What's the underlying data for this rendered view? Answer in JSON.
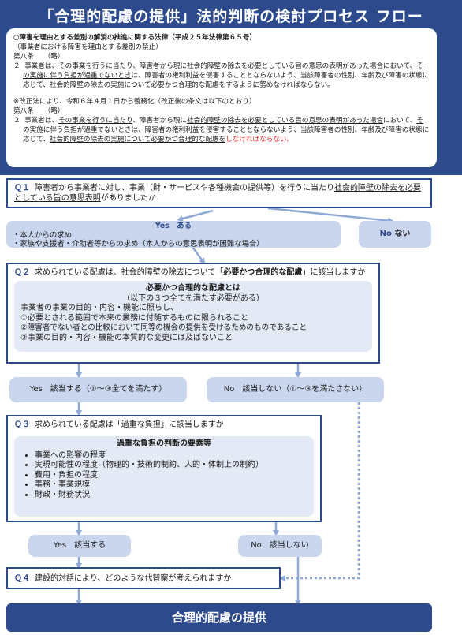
{
  "header": {
    "title": "「合理的配慮の提供」法的判断の検討プロセス フロー",
    "law_heading": "○障害を理由とする差別の解消の推進に関する法律（平成２５年法律第６５号）",
    "law_subheading": "（事業者における障害を理由とする差別の禁止）",
    "article_1": "第八条　　（略）",
    "para_1_num": "２",
    "para_1_a": "事業者は、",
    "para_1_b": "その事業を行うに当たり",
    "para_1_c": "、障害者から現に",
    "para_1_d": "社会的障壁の除去を必要としている旨の意思の表明があった場合",
    "para_1_e": "において、",
    "para_1_f": "その実施に伴う負担が過重でないとき",
    "para_1_g": "は、障害者の権利利益を侵害することとならないよう、当該障害者の性別、年齢及び障害の状態に応じて、",
    "para_1_h": "社会的障壁の除去の実施について必要かつ合理的な配慮をする",
    "para_1_i": "ように努めなければならない。",
    "amend_note": "※改正法により、令和６年４月１日から義務化（改正後の条文は以下のとおり）",
    "article_2": "第八条　　（略）",
    "para_2_num": "２",
    "para_2_h": "社会的障壁の除去の実施について必要かつ合理的な配慮を",
    "para_2_red": "しなければならない。"
  },
  "q1": {
    "num": "Ｑ１",
    "text_a": "障害者から事業者に対し、事業（財・サービスや各種機会の提供等）を行うに当たり",
    "text_b": "社会的障壁の除去を必要としている旨の意思表明",
    "text_c": "がありましたか"
  },
  "q1_yes": {
    "title": "Yes　ある",
    "item_1": "・本人からの求め",
    "item_2": "・家族や支援者・介助者等からの求め（本人からの意思表明が困難な場合）"
  },
  "q1_no": {
    "label_a": "No",
    "label_b": "ない"
  },
  "q2": {
    "num": "Ｑ２",
    "text_a": "求められている配慮は、社会的障壁の除去について「",
    "text_b": "必要かつ合理的な配慮",
    "text_c": "」に該当しますか",
    "inner_title": "必要かつ合理的な配慮とは",
    "inner_sub": "（以下の３つ全てを満たす必要がある）",
    "lead": "事業者の事業の目的・内容・機能に照らし、",
    "c1": "①必要とされる範囲で本来の業務に付随するものに限られること",
    "c2": "②障害者でない者との比較において同等の機会の提供を受けるためのものであること",
    "c3": "③事業の目的・内容・機能の本質的な変更には及ばないこと"
  },
  "q2_yes": "Yes　該当する（①～③全てを満たす）",
  "q2_no": "No　該当しない（①～③を満たさない）",
  "q3": {
    "num": "Ｑ３",
    "text": "求められている配慮は「過重な負担」に該当しますか",
    "inner_title": "過重な負担の判断の要素等",
    "factors": [
      "事業への影響の程度",
      "実現可能性の程度（物理的・技術的制約、人的・体制上の制約）",
      "費用・負担の程度",
      "事務・事業規模",
      "財政・財務状況"
    ]
  },
  "q3_yes": "Yes　該当する",
  "q3_no": "No　該当しない",
  "q4": {
    "num": "Ｑ４",
    "text": "建設的対話により、どのような代替案が考えられますか"
  },
  "final": "合理的配慮の提供",
  "colors": {
    "navy": "#2c4a8c",
    "pill": "#c9d6ee",
    "inner": "#e3e9f5",
    "arrow": "#8fa8d6",
    "red": "#e0282e"
  }
}
